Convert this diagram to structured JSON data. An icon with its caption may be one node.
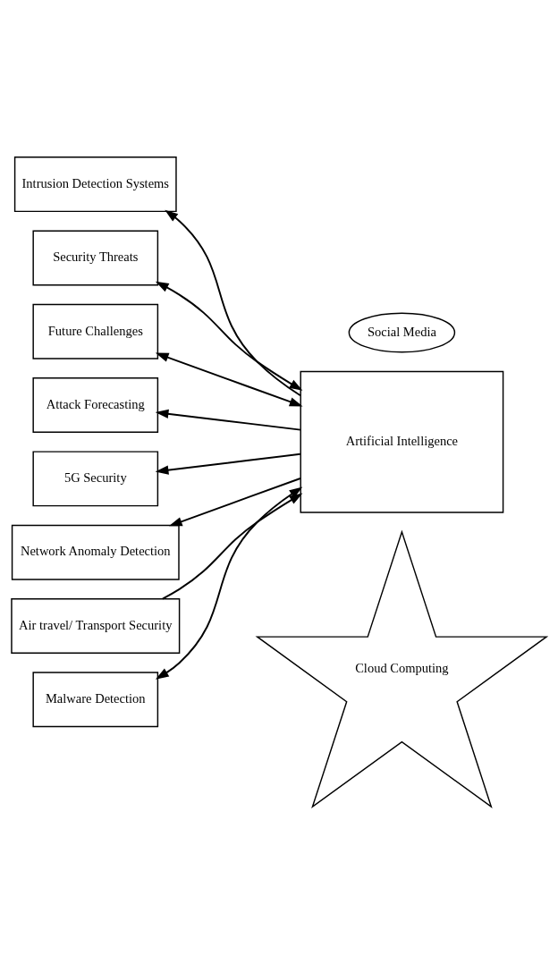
{
  "diagram": {
    "nodes": [
      {
        "text": [
          "Cloud Computing"
        ]
      },
      {
        "text": [
          "Intrusion Detection Systems"
        ]
      },
      {
        "text": [
          "Security Threats"
        ]
      },
      {
        "text": [
          "Future Challenges"
        ]
      },
      {
        "text": [
          "Artificial Intelligence"
        ]
      },
      {
        "text": [
          "Attack Forecasting"
        ]
      },
      {
        "text": [
          "5G Security"
        ]
      },
      {
        "text": [
          "Network Anomaly Detection"
        ]
      },
      {
        "text": [
          "Air travel/ Transport Security"
        ]
      },
      {
        "text": [
          "Malware Detection"
        ]
      },
      {
        "text": [
          "Social Media"
        ]
      }
    ],
    "edges": [
      {
        "from": 4,
        "to": 1,
        "arrow": "to"
      },
      {
        "from": 4,
        "to": 2,
        "arrow": "both"
      },
      {
        "from": 4,
        "to": 3,
        "arrow": "both"
      },
      {
        "from": 4,
        "to": 5,
        "arrow": "to"
      },
      {
        "from": 4,
        "to": 6,
        "arrow": "to"
      },
      {
        "from": 4,
        "to": 7,
        "arrow": "to"
      },
      {
        "from": 8,
        "to": 4,
        "arrow": "to"
      },
      {
        "from": 9,
        "to": 4,
        "arrow": "both"
      }
    ]
  }
}
